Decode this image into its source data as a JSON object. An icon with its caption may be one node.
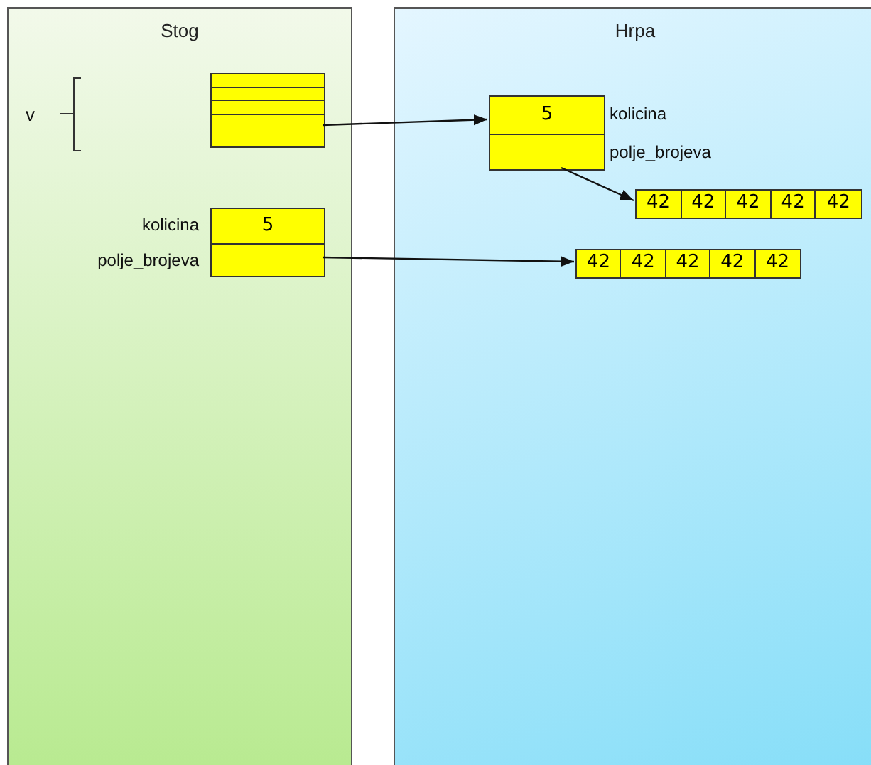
{
  "diagram": {
    "nodes": [
      {
        "text": [
          "Stog"
        ]
      },
      {
        "text": [
          "Hrpa"
        ]
      },
      {
        "text": [],
        "shape": "box",
        "in": 0
      },
      {
        "text": [
          "5"
        ],
        "beside": [
          "kolicina",
          "polje_brojeva"
        ],
        "in": 0
      },
      {
        "text": [
          "5"
        ],
        "beside": [
          "kolicina",
          "polje_brojeva"
        ],
        "in": 1
      },
      {
        "text": [
          "42",
          "42",
          "42",
          "42",
          "42"
        ],
        "in": 1
      },
      {
        "text": [
          "42",
          "42",
          "42",
          "42",
          "42"
        ],
        "in": 1
      }
    ],
    "edges": [
      {
        "from": 2,
        "to": 4,
        "arrow": "to"
      },
      {
        "from": 4,
        "to": 5,
        "arrow": "to"
      },
      {
        "from": 3,
        "to": 6,
        "arrow": "to"
      }
    ],
    "labels": [
      "v"
    ]
  }
}
